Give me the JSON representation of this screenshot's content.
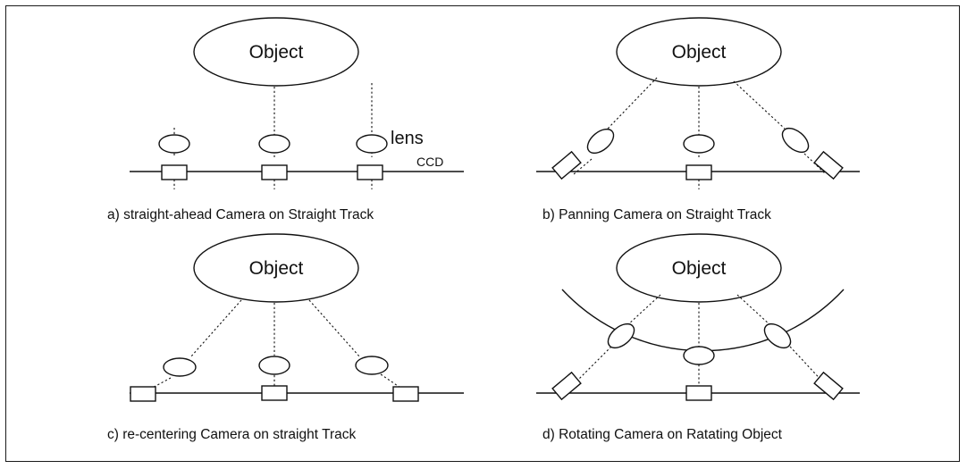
{
  "panels": [
    {
      "id": "a",
      "object_label": "Object",
      "caption": "a) straight-ahead Camera on Straight Track"
    },
    {
      "id": "b",
      "object_label": "Object",
      "caption": "b) Panning Camera on Straight Track"
    },
    {
      "id": "c",
      "object_label": "Object",
      "caption": "c) re-centering Camera on straight Track"
    },
    {
      "id": "d",
      "object_label": "Object",
      "caption": "d) Rotating Camera on Ratating Object"
    }
  ],
  "labels": {
    "lens": "lens",
    "ccd": "CCD"
  }
}
